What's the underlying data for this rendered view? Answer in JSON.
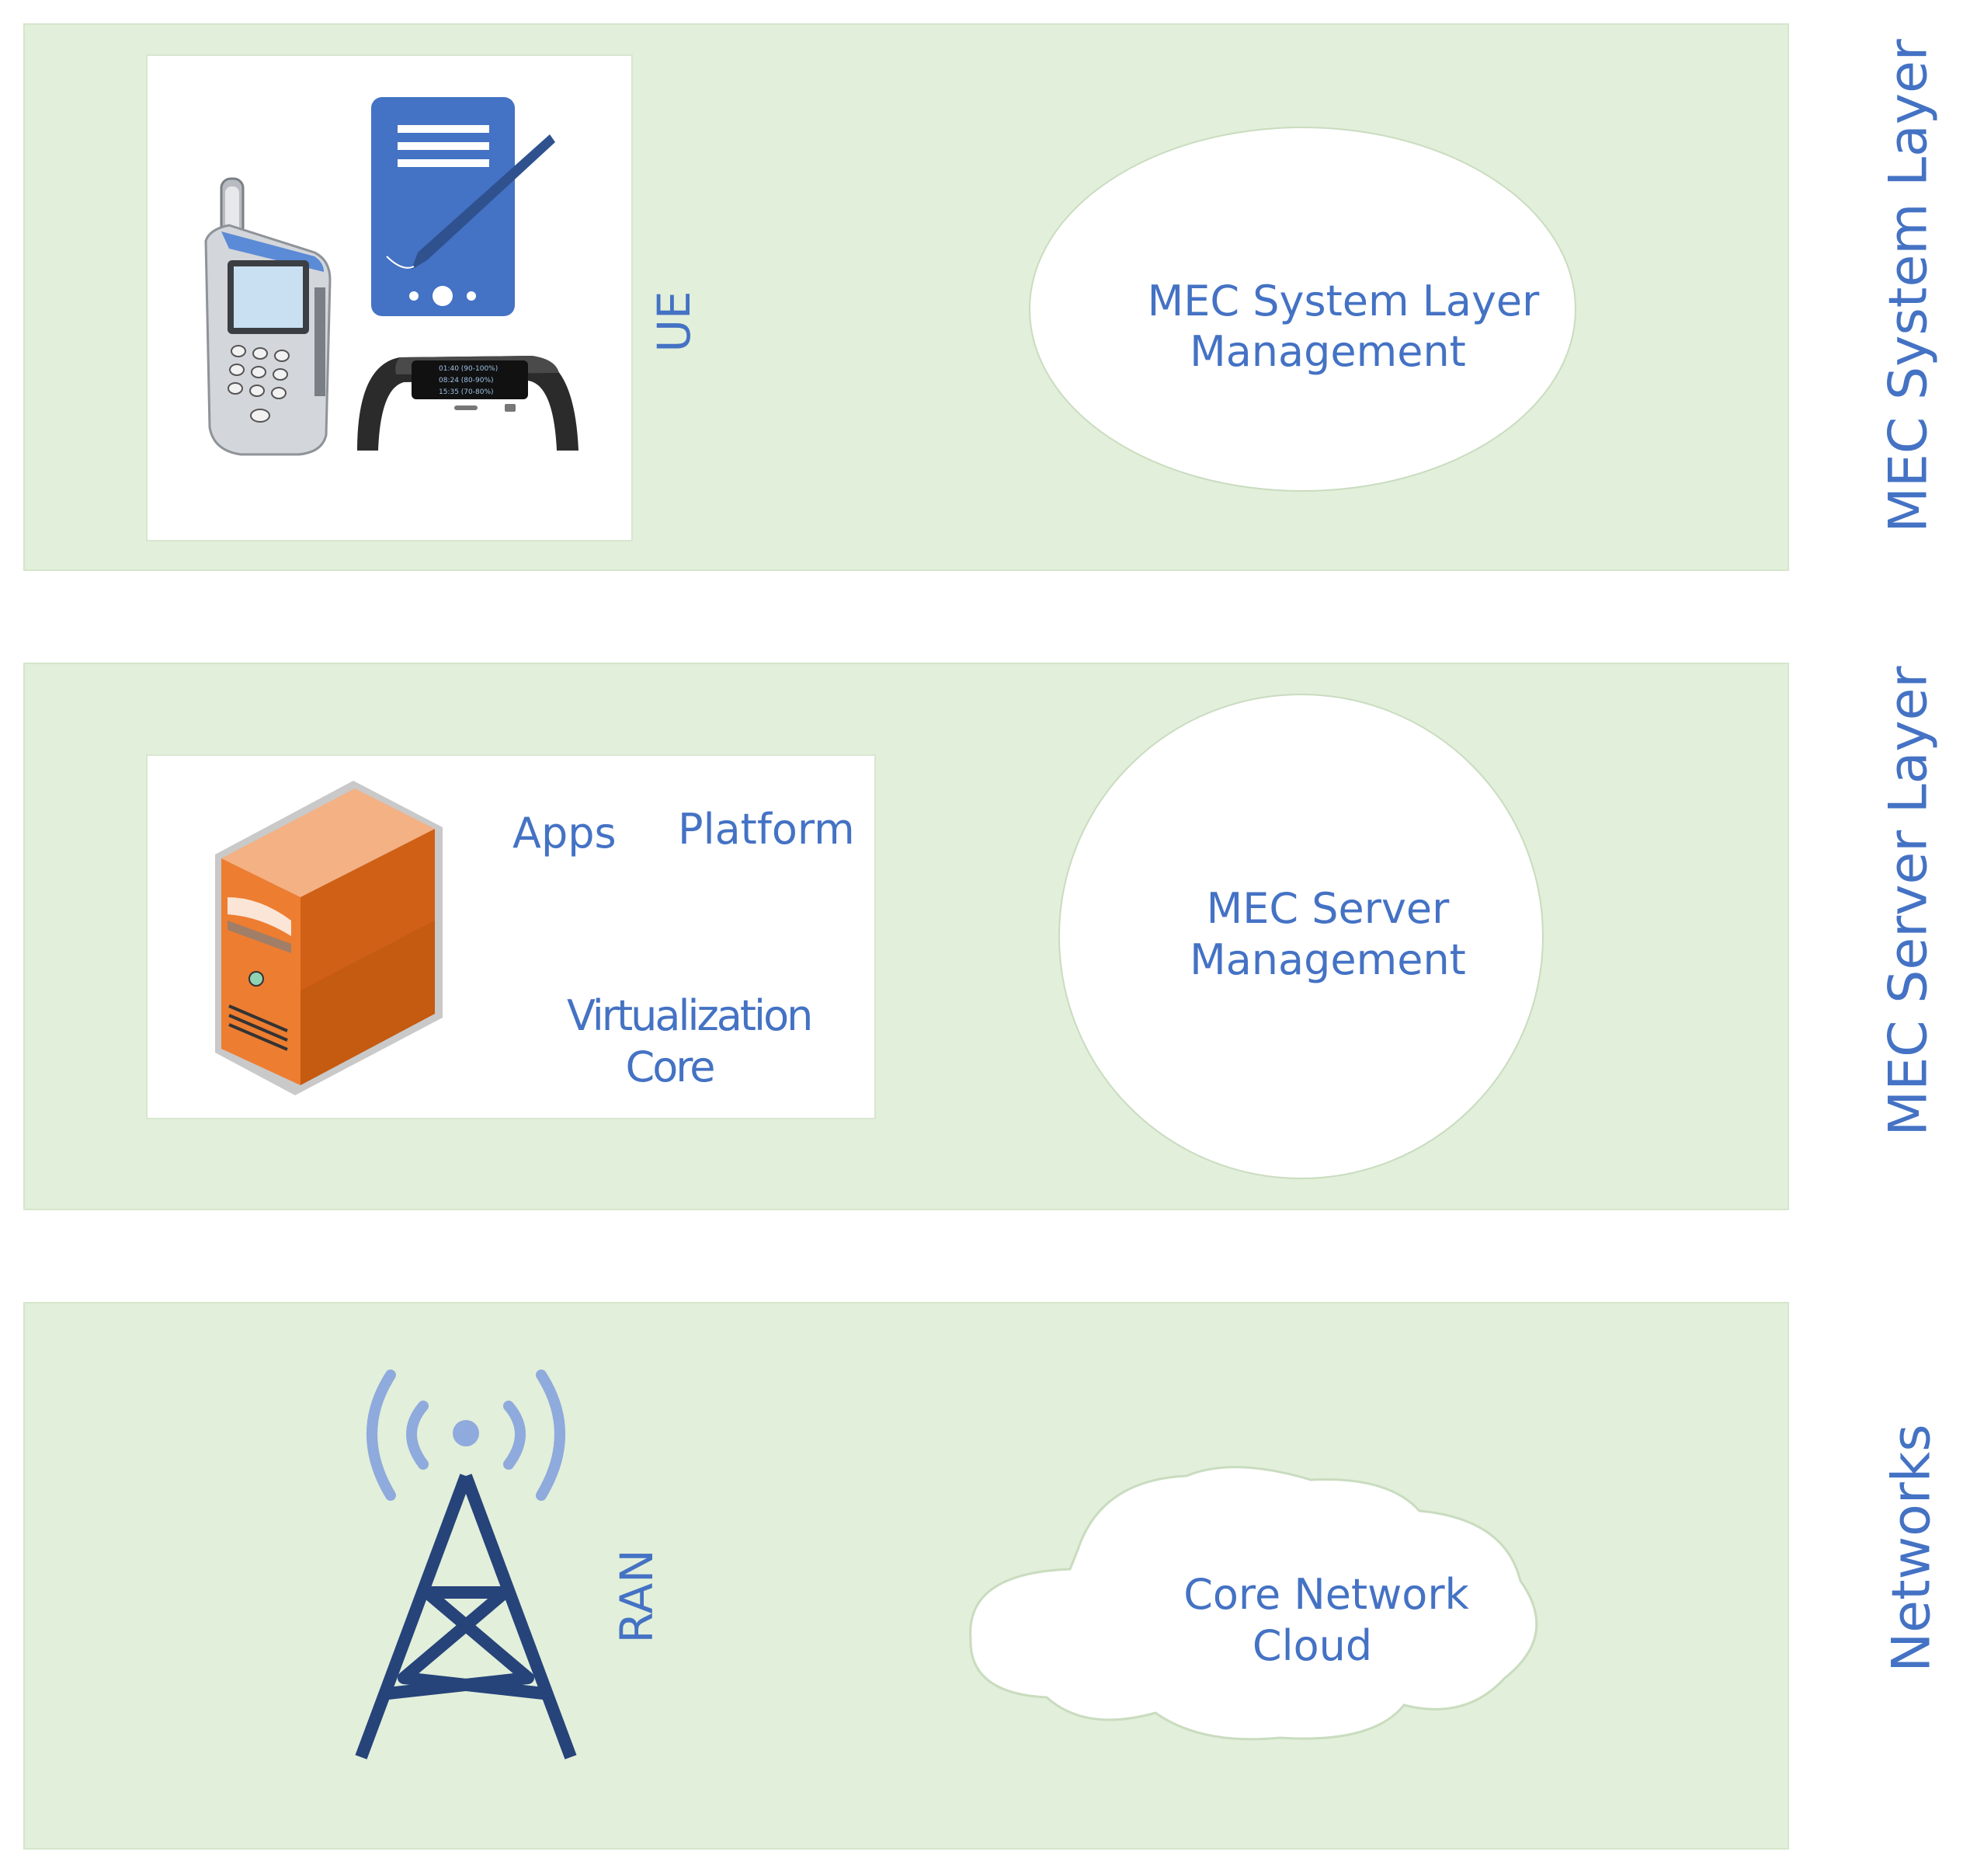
{
  "layers": [
    {
      "title": "MEC System Layer"
    },
    {
      "title": "MEC Server Layer"
    },
    {
      "title": "Networks"
    }
  ],
  "system_layer": {
    "device_label": "UE",
    "management_line1": "MEC System Layer",
    "management_line2": "Management",
    "icons": [
      "mobile-phone-icon",
      "tablet-pen-icon",
      "smartwatch-icon"
    ],
    "watch_lines": [
      "01:40 (90-100%)",
      "08:24 (80-90%)",
      "15:35 (70-80%)"
    ]
  },
  "server_layer": {
    "apps_label": "Apps",
    "platform_label": "Platform",
    "virtualization_line1": "Virtualization",
    "virtualization_line2": "Core",
    "management_line1": "MEC Server",
    "management_line2": "Management",
    "icons": [
      "server-tower-icon"
    ]
  },
  "network_layer": {
    "ran_label": "RAN",
    "cloud_line1": "Core Network",
    "cloud_line2": "Cloud",
    "icons": [
      "radio-tower-icon",
      "cloud-icon"
    ]
  },
  "colors": {
    "band": "#e2efda",
    "text": "#4472c4",
    "tower": "#26437a",
    "signal": "#8faadc",
    "server_orange": "#ed7d31"
  }
}
